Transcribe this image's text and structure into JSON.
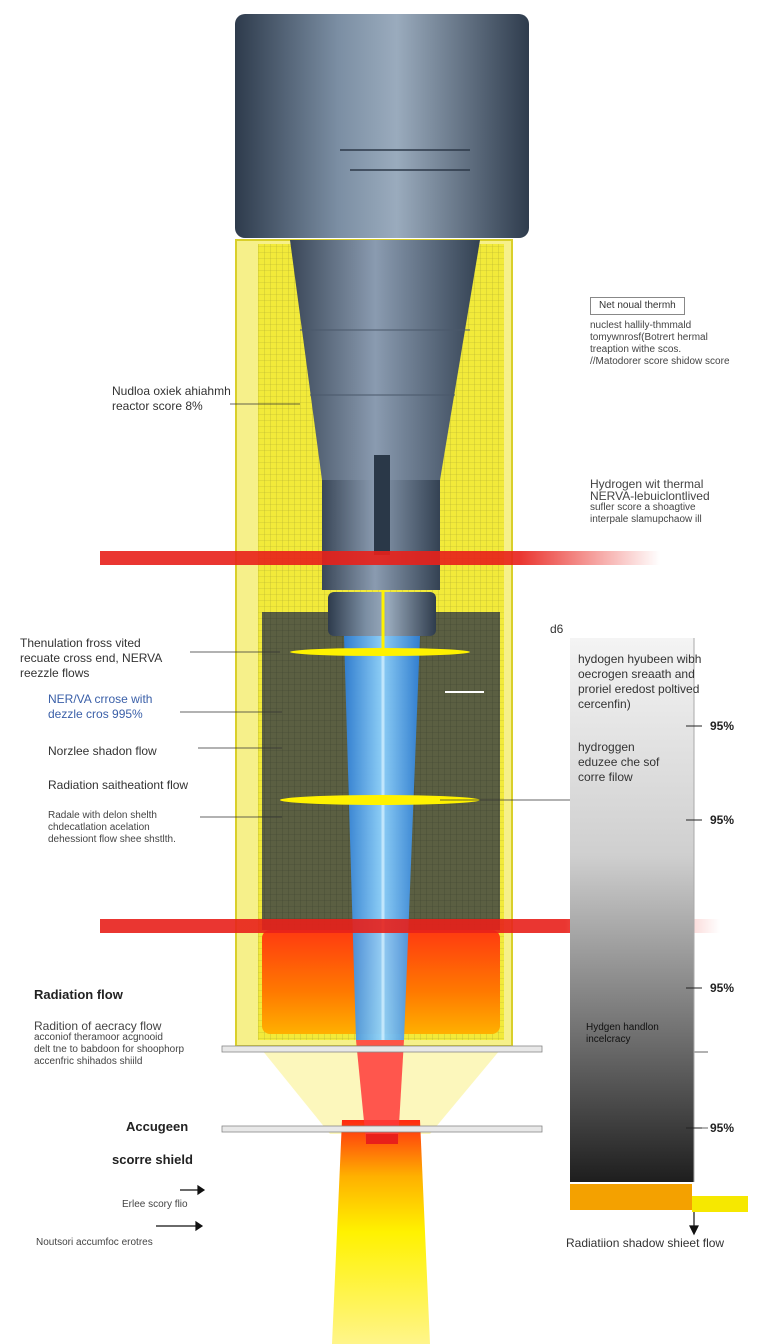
{
  "left_labels": [
    {
      "id": "reactor-core",
      "lines": [
        "Nudloa oxiek ahiahmh",
        "reactor score 8%"
      ]
    },
    {
      "id": "radiation-cross",
      "lines": [
        "Thenulation fross vited",
        "recuate cross end, NERVA",
        "reezzle flows"
      ]
    },
    {
      "id": "nerva-cross",
      "lines": [
        "NER/VA crrose with",
        "dezzle cros 995%"
      ]
    },
    {
      "id": "nozzle-shadow",
      "lines": [
        "Norzlee shadon flow"
      ]
    },
    {
      "id": "radiation-sheath-flow",
      "lines": [
        "Radiation saitheationt flow"
      ]
    },
    {
      "id": "radiale-sheath",
      "lines": [
        "Radale with delon shelth",
        "chdecatlation acelation",
        "dehessiont flow shee shstlth."
      ]
    },
    {
      "id": "radiation-flow",
      "lines": [
        "Radiation flow"
      ]
    },
    {
      "id": "accuracy-flow",
      "lines": [
        "Radition of aecracy flow",
        "acconiof theramoor acgnooid",
        "delt tne to babdoon for shoophorp",
        "accenfric shihados shiild"
      ]
    },
    {
      "id": "accugeen",
      "lines": [
        "Accugeen"
      ]
    },
    {
      "id": "score-shield",
      "lines": [
        "scorre shield"
      ]
    },
    {
      "id": "exit-flow",
      "lines": [
        "Erlee scory flio"
      ]
    },
    {
      "id": "neutron",
      "lines": [
        "Noutsori accumfoc erotres"
      ]
    }
  ],
  "right_labels": {
    "boxed_title": "Net noual thermh",
    "note": [
      "nuclest hallily-thmmald",
      "tomywnrosf(Botrert hermal",
      "treaption withe scos.",
      "//Matodorer score shidow score"
    ],
    "hydrogen_thermal": [
      "Hydrogen wit thermal",
      "NERVA-lebuiclontlived",
      "sufler score a shoagtive",
      "interpale slamupchaow ill"
    ]
  },
  "gauge": {
    "top_tag": "d6",
    "text_top": [
      "hydogen hyubeen wibh",
      "oecrogen sreaath and",
      "proriel eredost poltived",
      "cercenfin)"
    ],
    "text_mid": [
      "hydroggen",
      "eduzee che sof",
      "corre filow"
    ],
    "text_low": [
      "Hydgen handlon",
      "incelcracy"
    ],
    "bottom_label": "Radiatiion  shadow shieet flow",
    "ticks": [
      "95%",
      "95%",
      "95%",
      "95%"
    ],
    "fill_fraction": 1.0
  },
  "colors": {
    "housing_yellow": "#f2ea3a",
    "metal_dark": "#3b4a5c",
    "metal_mid": "#6d7f93",
    "coolant_blue": "#3a9be8",
    "hot_orange": "#ff6a00",
    "band_red": "#e8201a",
    "exhaust_yellow": "#fff200"
  }
}
